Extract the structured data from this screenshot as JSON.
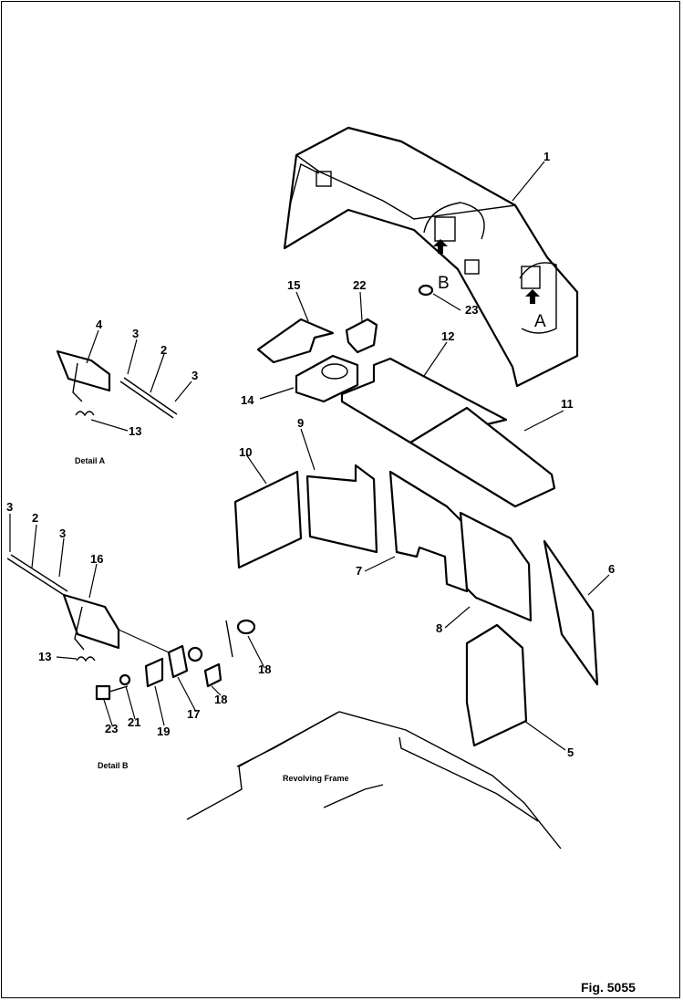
{
  "figure": {
    "number_label": "Fig. 5055",
    "details": [
      {
        "caption": "Detail A"
      },
      {
        "caption": "Detail B"
      }
    ],
    "view_markers": [
      {
        "letter": "B"
      },
      {
        "letter": "A"
      }
    ],
    "frame_label": "Revolving Frame",
    "callouts": [
      {
        "num": "1"
      },
      {
        "num": "2"
      },
      {
        "num": "2"
      },
      {
        "num": "3"
      },
      {
        "num": "3"
      },
      {
        "num": "3"
      },
      {
        "num": "3"
      },
      {
        "num": "4"
      },
      {
        "num": "5"
      },
      {
        "num": "6"
      },
      {
        "num": "7"
      },
      {
        "num": "8"
      },
      {
        "num": "9"
      },
      {
        "num": "10"
      },
      {
        "num": "11"
      },
      {
        "num": "12"
      },
      {
        "num": "13"
      },
      {
        "num": "13"
      },
      {
        "num": "14"
      },
      {
        "num": "15"
      },
      {
        "num": "16"
      },
      {
        "num": "17"
      },
      {
        "num": "18"
      },
      {
        "num": "18"
      },
      {
        "num": "19"
      },
      {
        "num": "21"
      },
      {
        "num": "22"
      },
      {
        "num": "23"
      },
      {
        "num": "23"
      }
    ]
  }
}
